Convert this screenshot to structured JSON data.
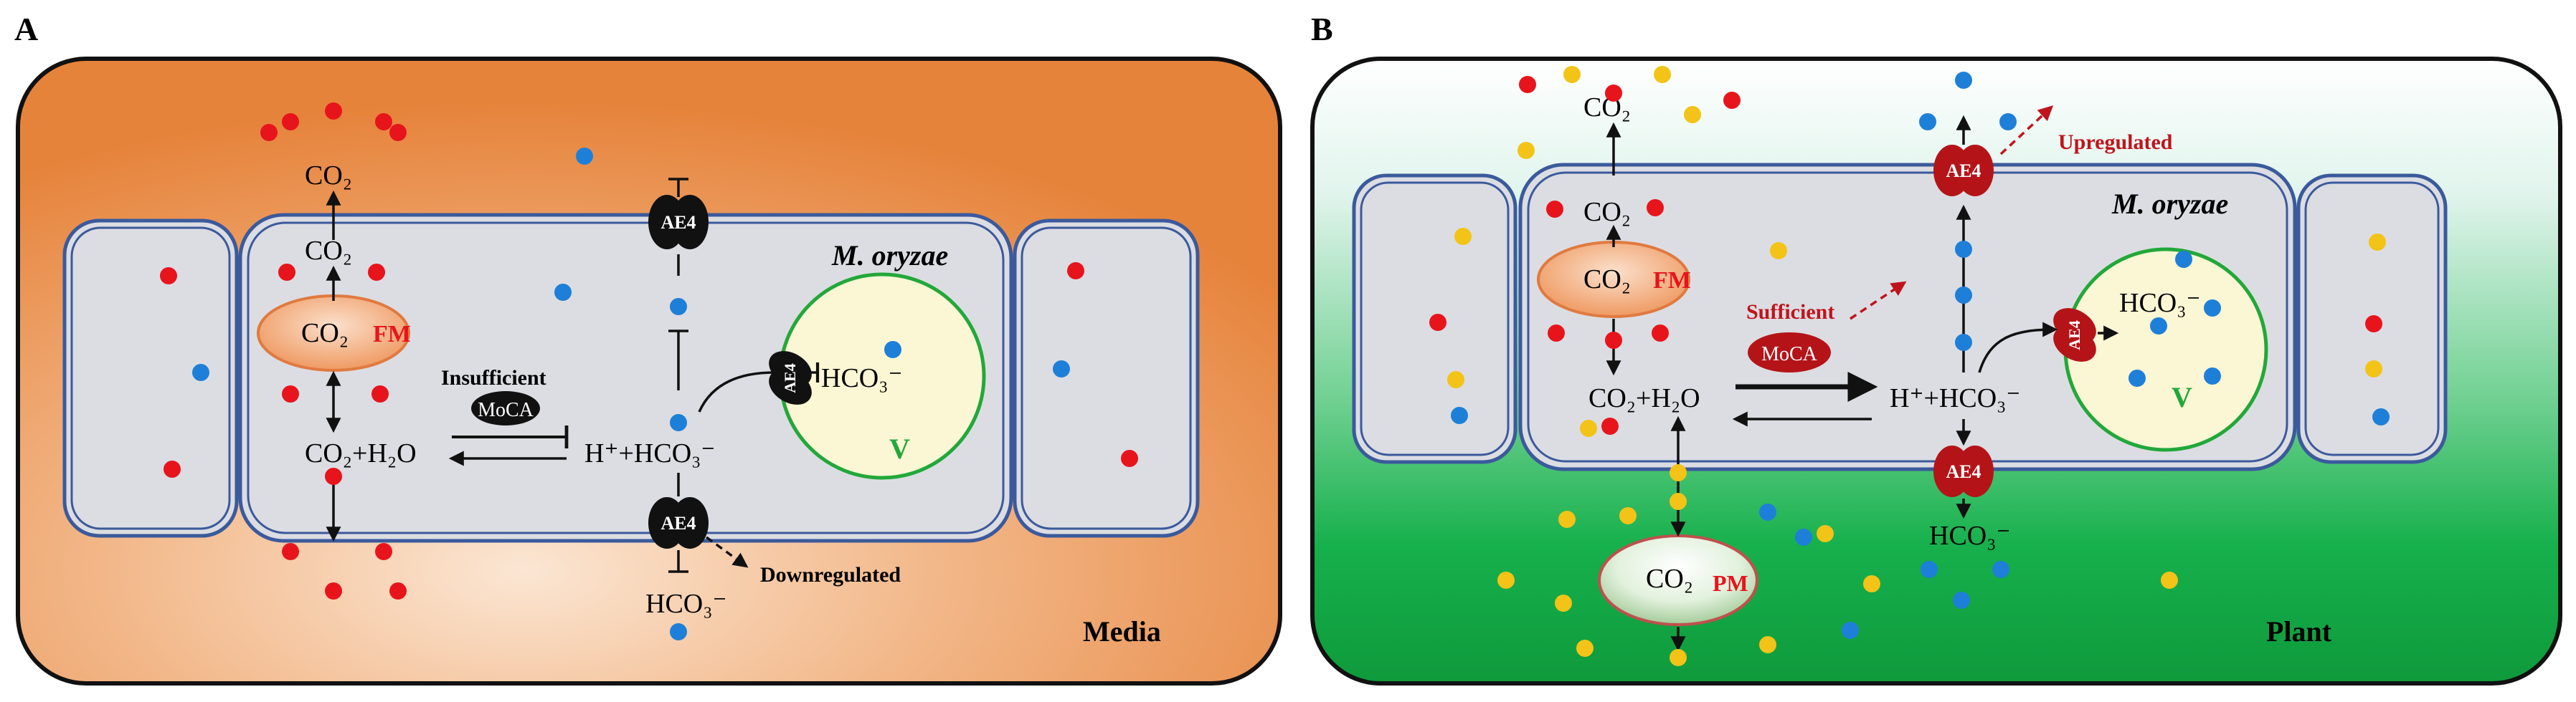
{
  "panel_a": {
    "letter": "A",
    "organism": "M. oryzae",
    "environment": "Media",
    "membrane_label": "FM",
    "vacuole_label": "V",
    "co2_outside": "CO₂",
    "co2_cytoplasm": "CO₂",
    "co2_membrane": "CO₂",
    "equation_left": "CO₂+H₂O",
    "equation_right": "H⁺+HCO₃⁻",
    "enzyme_state": "Insufficient",
    "enzyme": "MoCA",
    "transporter_top": "AE4",
    "transporter_vacuole": "AE4",
    "transporter_bottom": "AE4",
    "regulation": "Downregulated",
    "bicarbonate_vacuole": "HCO₃⁻",
    "bicarbonate_outside": "HCO₃⁻"
  },
  "panel_b": {
    "letter": "B",
    "organism": "M. oryzae",
    "environment": "Plant",
    "membrane_label": "FM",
    "plant_membrane_label": "PM",
    "vacuole_label": "V",
    "co2_outside": "CO₂",
    "co2_cytoplasm": "CO₂",
    "co2_membrane": "CO₂",
    "co2_plant": "CO₂",
    "equation_left": "CO₂+H₂O",
    "equation_right": "H⁺+HCO₃⁻",
    "enzyme_state": "Sufficient",
    "enzyme": "MoCA",
    "transporter_top": "AE4",
    "transporter_vacuole": "AE4",
    "transporter_bottom": "AE4",
    "regulation": "Upregulated",
    "bicarbonate_vacuole": "HCO₃⁻",
    "bicarbonate_outside": "HCO₃⁻"
  },
  "colors": {
    "co2_dot": "#e8141c",
    "bicarbonate_dot": "#1e7fd8",
    "plant_dot": "#f3c317",
    "membrane": "#3b5a9c",
    "cell_fill": "#dcdde2",
    "vacuole_border": "#22a83a",
    "vacuole_fill": "#fbf6d4",
    "transporter_a": "#111111",
    "transporter_b": "#b41418",
    "label_red": "#e8141c",
    "regulation_red": "#c0141c"
  }
}
